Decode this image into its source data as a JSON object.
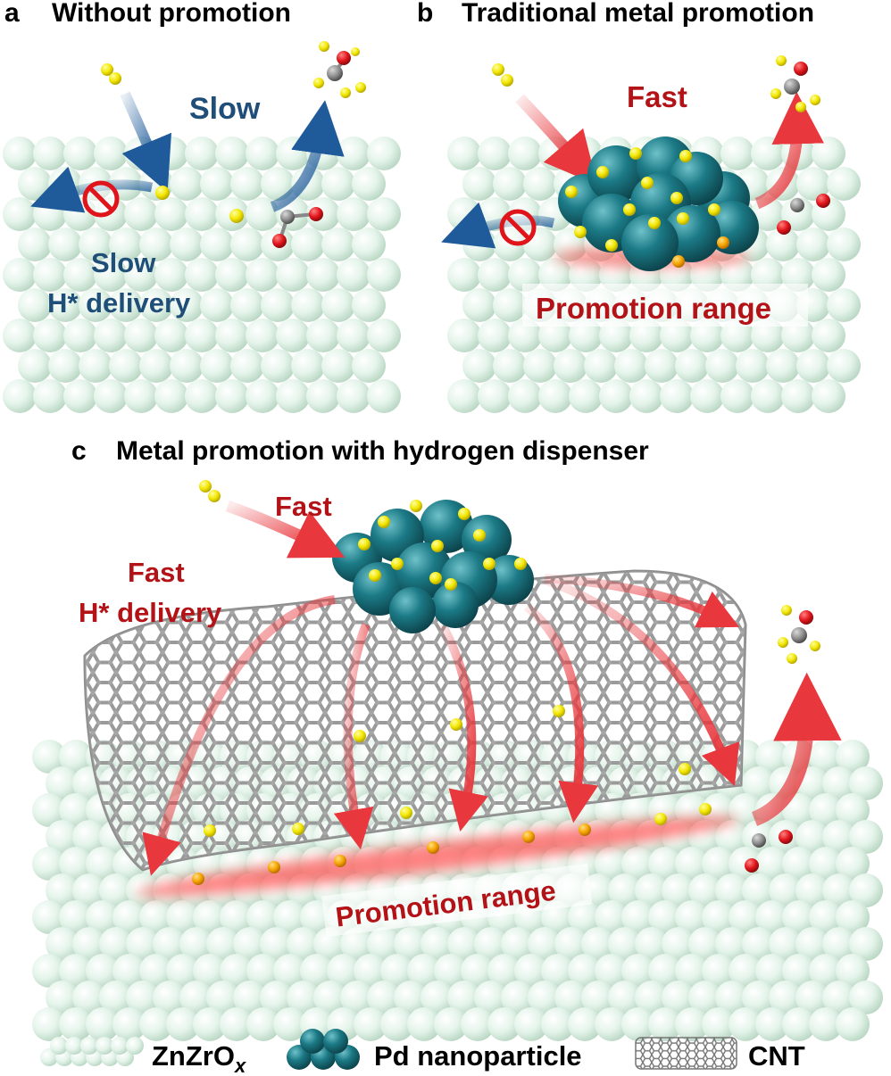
{
  "panel_a": {
    "letter": "a",
    "title": "Without promotion",
    "slow_top": "Slow",
    "slow_delivery_1": "Slow",
    "slow_delivery_2": "H* delivery"
  },
  "panel_b": {
    "letter": "b",
    "title": "Traditional metal promotion",
    "fast": "Fast",
    "promotion_range": "Promotion range"
  },
  "panel_c": {
    "letter": "c",
    "title": "Metal promotion with hydrogen dispenser",
    "fast": "Fast",
    "fast_delivery_1": "Fast",
    "fast_delivery_2": "H* delivery",
    "promotion_range": "Promotion range"
  },
  "legend": {
    "znzrox_base": "ZnZrO",
    "znzrox_sub": "x",
    "pd": "Pd nanoparticle",
    "cnt": "CNT"
  },
  "colors": {
    "support": "#e6f5ec",
    "pd": "#1b7a86",
    "hydrogen": "#f2e600",
    "carbon": "#8c8c8c",
    "oxygen": "#e0141b",
    "slow_text": "#1f4e79",
    "fast_text": "#b31217",
    "fast_arrow": "#e8383d"
  }
}
